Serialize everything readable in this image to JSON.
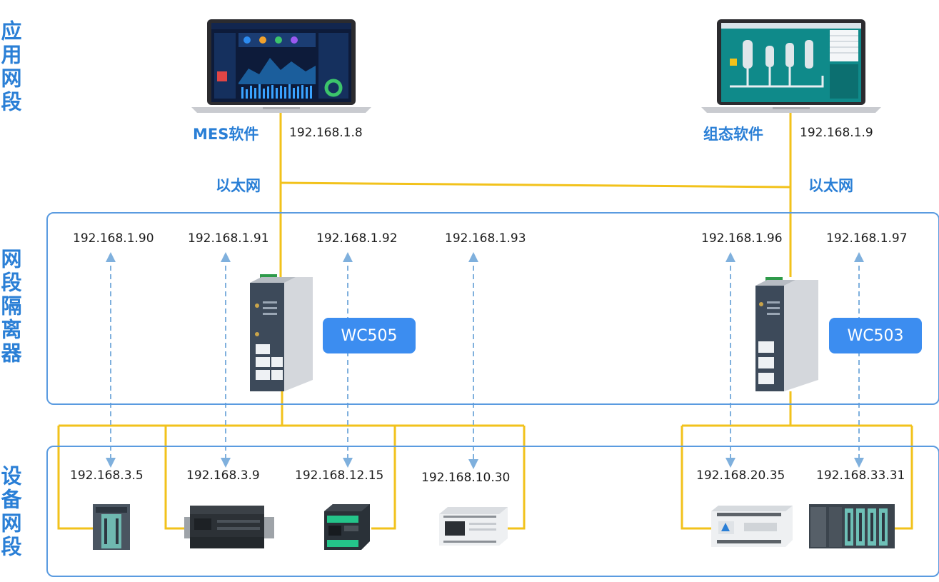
{
  "zones": {
    "application": "应用网段",
    "isolator": "网段隔离器",
    "device": "设备网段"
  },
  "apps": {
    "left": {
      "name": "MES软件",
      "ip": "192.168.1.8"
    },
    "right": {
      "name": "组态软件",
      "ip": "192.168.1.9"
    }
  },
  "ethernet_label": "以太网",
  "isolators": {
    "left": {
      "model": "WC505",
      "ports": [
        "192.168.1.90",
        "192.168.1.91",
        "192.168.1.92",
        "192.168.1.93"
      ]
    },
    "right": {
      "model": "WC503",
      "ports": [
        "192.168.1.96",
        "192.168.1.97"
      ]
    }
  },
  "devices": {
    "left": [
      "192.168.3.5",
      "192.168.3.9",
      "192.168.12.15",
      "192.168.10.30"
    ],
    "right": [
      "192.168.20.35",
      "192.168.33.31"
    ]
  },
  "colors": {
    "accent": "#2a7fd6",
    "wire": "#f2c21b",
    "mapping_arrow": "#7fb0dd",
    "model_button": "#3c8df0"
  }
}
